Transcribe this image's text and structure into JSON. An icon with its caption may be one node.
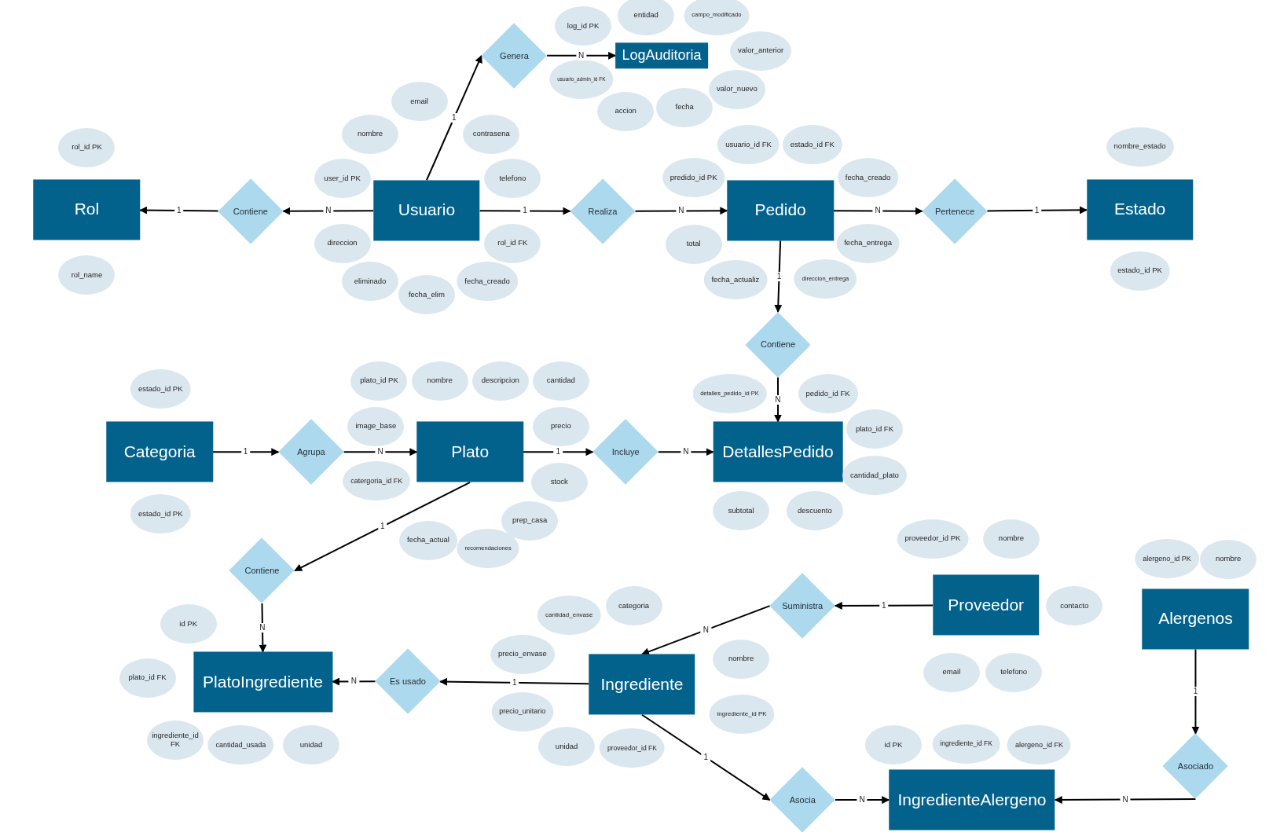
{
  "diagram": {
    "nodes": [
      {
        "text": [
          "Rol"
        ]
      },
      {
        "text": [
          "Contiene"
        ]
      },
      {
        "text": [
          "Usuario"
        ]
      },
      {
        "text": [
          "Genera"
        ]
      },
      {
        "text": [
          "LogAuditoria"
        ]
      },
      {
        "text": [
          "Realiza"
        ]
      },
      {
        "text": [
          "Pedido"
        ]
      },
      {
        "text": [
          "Pertenece"
        ]
      },
      {
        "text": [
          "Estado"
        ]
      },
      {
        "text": [
          "Contiene"
        ]
      },
      {
        "text": [
          "Categoria"
        ]
      },
      {
        "text": [
          "Agrupa"
        ]
      },
      {
        "text": [
          "Plato"
        ]
      },
      {
        "text": [
          "Incluye"
        ]
      },
      {
        "text": [
          "DetallesPedido"
        ]
      },
      {
        "text": [
          "Contiene"
        ]
      },
      {
        "text": [
          "Suministra"
        ]
      },
      {
        "text": [
          "Proveedor"
        ]
      },
      {
        "text": [
          "Alergenos"
        ]
      },
      {
        "text": [
          "PlatoIngrediente"
        ]
      },
      {
        "text": [
          "Es usado"
        ]
      },
      {
        "text": [
          "Ingrediente"
        ]
      },
      {
        "text": [
          "Asociado"
        ]
      },
      {
        "text": [
          "Asocia"
        ]
      },
      {
        "text": [
          "IngredienteAlergeno"
        ]
      },
      {
        "text": [
          "rol_id PK"
        ]
      },
      {
        "text": [
          "rol_name"
        ]
      },
      {
        "text": [
          "email"
        ]
      },
      {
        "text": [
          "nombre"
        ]
      },
      {
        "text": [
          "contrasena"
        ]
      },
      {
        "text": [
          "user_id PK"
        ]
      },
      {
        "text": [
          "telefono"
        ]
      },
      {
        "text": [
          "direccion"
        ]
      },
      {
        "text": [
          "rol_id FK"
        ]
      },
      {
        "text": [
          "eliminado"
        ]
      },
      {
        "text": [
          "fecha_elim"
        ]
      },
      {
        "text": [
          "fecha_creado"
        ]
      },
      {
        "text": [
          "log_id PK"
        ]
      },
      {
        "text": [
          "entidad"
        ]
      },
      {
        "text": [
          "campo_modificado"
        ]
      },
      {
        "text": [
          "valor_anterior"
        ]
      },
      {
        "text": [
          "usuario_admin_id FK"
        ]
      },
      {
        "text": [
          "valor_nuevo"
        ]
      },
      {
        "text": [
          "accion"
        ]
      },
      {
        "text": [
          "fecha"
        ]
      },
      {
        "text": [
          "usuario_id FK"
        ]
      },
      {
        "text": [
          "estado_id FK"
        ]
      },
      {
        "text": [
          "predido_id PK"
        ]
      },
      {
        "text": [
          "fecha_creado"
        ]
      },
      {
        "text": [
          "total"
        ]
      },
      {
        "text": [
          "fecha_entrega"
        ]
      },
      {
        "text": [
          "fecha_actualiz"
        ]
      },
      {
        "text": [
          "direccion_entrega"
        ]
      },
      {
        "text": [
          "nombre_estado"
        ]
      },
      {
        "text": [
          "estado_id PK"
        ]
      },
      {
        "text": [
          "estado_id PK"
        ]
      },
      {
        "text": [
          "estado_id PK"
        ]
      },
      {
        "text": [
          "plato_id PK"
        ]
      },
      {
        "text": [
          "nombre"
        ]
      },
      {
        "text": [
          "descripcion"
        ]
      },
      {
        "text": [
          "cantidad"
        ]
      },
      {
        "text": [
          "image_base"
        ]
      },
      {
        "text": [
          "precio"
        ]
      },
      {
        "text": [
          "catergoria_id FK"
        ]
      },
      {
        "text": [
          "stock"
        ]
      },
      {
        "text": [
          "prep_casa"
        ]
      },
      {
        "text": [
          "fecha_actual"
        ]
      },
      {
        "text": [
          "recomendaciones"
        ]
      },
      {
        "text": [
          "detalles_pedido_id PK"
        ]
      },
      {
        "text": [
          "pedido_id FK"
        ]
      },
      {
        "text": [
          "plato_id FK"
        ]
      },
      {
        "text": [
          "cantidad_plato"
        ]
      },
      {
        "text": [
          "subtotal"
        ]
      },
      {
        "text": [
          "descuento"
        ]
      },
      {
        "text": [
          "proveedor_id PK"
        ]
      },
      {
        "text": [
          "nombre"
        ]
      },
      {
        "text": [
          "contacto"
        ]
      },
      {
        "text": [
          "email"
        ]
      },
      {
        "text": [
          "telefono"
        ]
      },
      {
        "text": [
          "alergeno_id PK"
        ]
      },
      {
        "text": [
          "nombre"
        ]
      },
      {
        "text": [
          "cantidad_envase"
        ]
      },
      {
        "text": [
          "categoria"
        ]
      },
      {
        "text": [
          "precio_envase"
        ]
      },
      {
        "text": [
          "nombre"
        ]
      },
      {
        "text": [
          "precio_unitario"
        ]
      },
      {
        "text": [
          "ingrediente_id PK"
        ]
      },
      {
        "text": [
          "unidad"
        ]
      },
      {
        "text": [
          "proveedor_id FK"
        ]
      },
      {
        "text": [
          "id PK"
        ]
      },
      {
        "text": [
          "plato_id FK"
        ]
      },
      {
        "text": [
          "ingrediente_id FK"
        ]
      },
      {
        "text": [
          "cantidad_usada"
        ]
      },
      {
        "text": [
          "unidad"
        ]
      },
      {
        "text": [
          "id PK"
        ]
      },
      {
        "text": [
          "ingrediente_id FK"
        ]
      },
      {
        "text": [
          "alergeno_id FK"
        ]
      }
    ],
    "edges": [
      {
        "from": 2,
        "to": 1,
        "arrow": "to",
        "label": "N"
      },
      {
        "from": 1,
        "to": 0,
        "arrow": "to",
        "label": "1"
      },
      {
        "from": 2,
        "to": 3,
        "arrow": "to",
        "label": "1"
      },
      {
        "from": 3,
        "to": 4,
        "arrow": "to",
        "label": "N"
      },
      {
        "from": 2,
        "to": 5,
        "arrow": "to",
        "label": "1"
      },
      {
        "from": 5,
        "to": 6,
        "arrow": "to",
        "label": "N"
      },
      {
        "from": 6,
        "to": 7,
        "arrow": "to",
        "label": "N"
      },
      {
        "from": 7,
        "to": 8,
        "arrow": "to",
        "label": "1"
      },
      {
        "from": 6,
        "to": 9,
        "arrow": "to",
        "label": "1"
      },
      {
        "from": 9,
        "to": 14,
        "arrow": "to",
        "label": "N"
      },
      {
        "from": 10,
        "to": 11,
        "arrow": "to",
        "label": "1"
      },
      {
        "from": 11,
        "to": 12,
        "arrow": "to",
        "label": "N"
      },
      {
        "from": 12,
        "to": 13,
        "arrow": "to",
        "label": "1"
      },
      {
        "from": 13,
        "to": 14,
        "arrow": "to",
        "label": "N"
      },
      {
        "from": 12,
        "to": 15,
        "arrow": "to",
        "label": "1"
      },
      {
        "from": 15,
        "to": 19,
        "arrow": "to",
        "label": "N"
      },
      {
        "from": 21,
        "to": 20,
        "arrow": "to",
        "label": "1"
      },
      {
        "from": 20,
        "to": 19,
        "arrow": "to",
        "label": "N"
      },
      {
        "from": 17,
        "to": 16,
        "arrow": "to",
        "label": "1"
      },
      {
        "from": 16,
        "to": 21,
        "arrow": "to",
        "label": "N"
      },
      {
        "from": 21,
        "to": 23,
        "arrow": "to",
        "label": "1"
      },
      {
        "from": 23,
        "to": 24,
        "arrow": "to",
        "label": "N"
      },
      {
        "from": 18,
        "to": 22,
        "arrow": "to",
        "label": "1"
      },
      {
        "from": 22,
        "to": 24,
        "arrow": "to",
        "label": "N"
      }
    ]
  }
}
